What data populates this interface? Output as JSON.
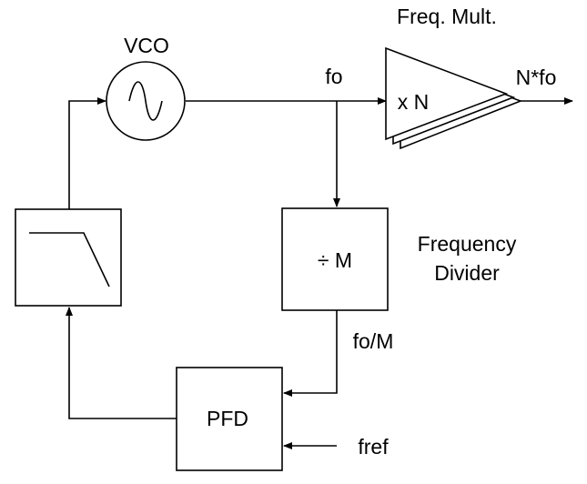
{
  "diagram": {
    "vco_label": "VCO",
    "fo_label": "fo",
    "mult_title": "Freq. Mult.",
    "mult_inner": "x N",
    "output_label": "N*fo",
    "divider_inner": "÷ M",
    "divider_caption_line1": "Frequency",
    "divider_caption_line2": "Divider",
    "fo_m_label": "fo/M",
    "pfd_label": "PFD",
    "fref_label": "fref"
  },
  "colors": {
    "stroke": "#000000",
    "background": "#ffffff"
  }
}
